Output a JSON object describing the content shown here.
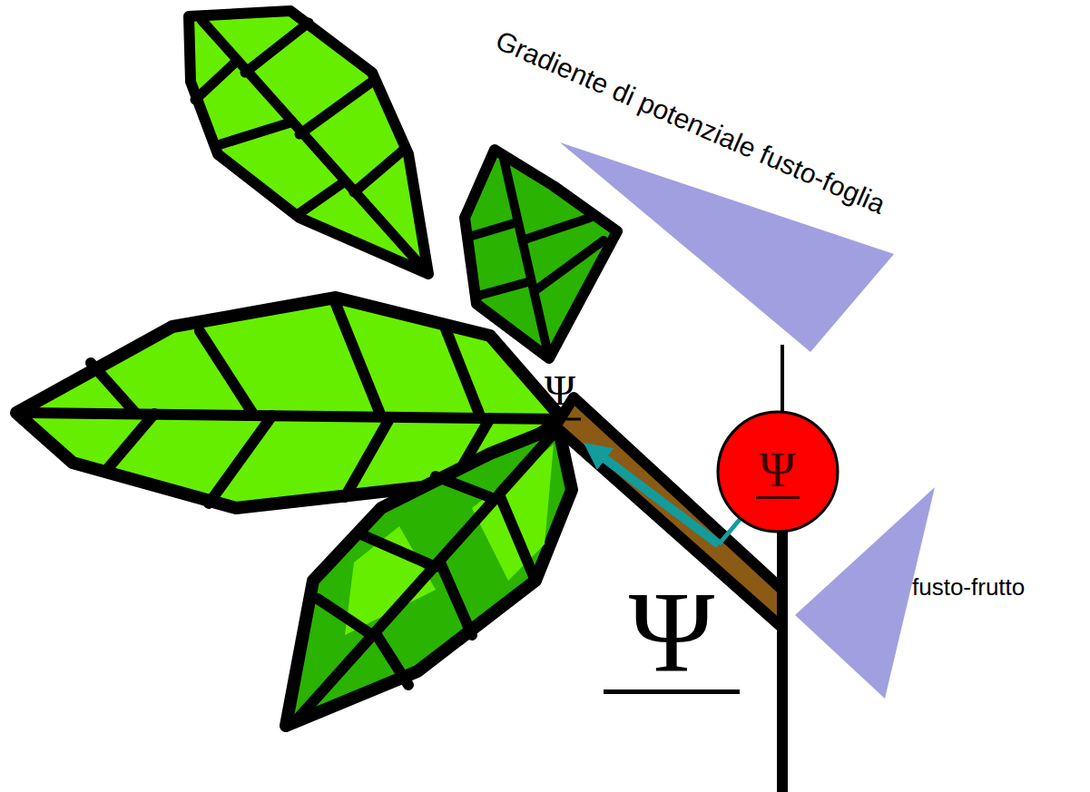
{
  "diagram": {
    "nodes": [
      {
        "text": [
          "Ψ"
        ]
      }
    ],
    "labels": [
      "Gradiente di potenziale fusto-foglia",
      "Ψ",
      "fusto-frutto",
      "Ψ"
    ]
  }
}
